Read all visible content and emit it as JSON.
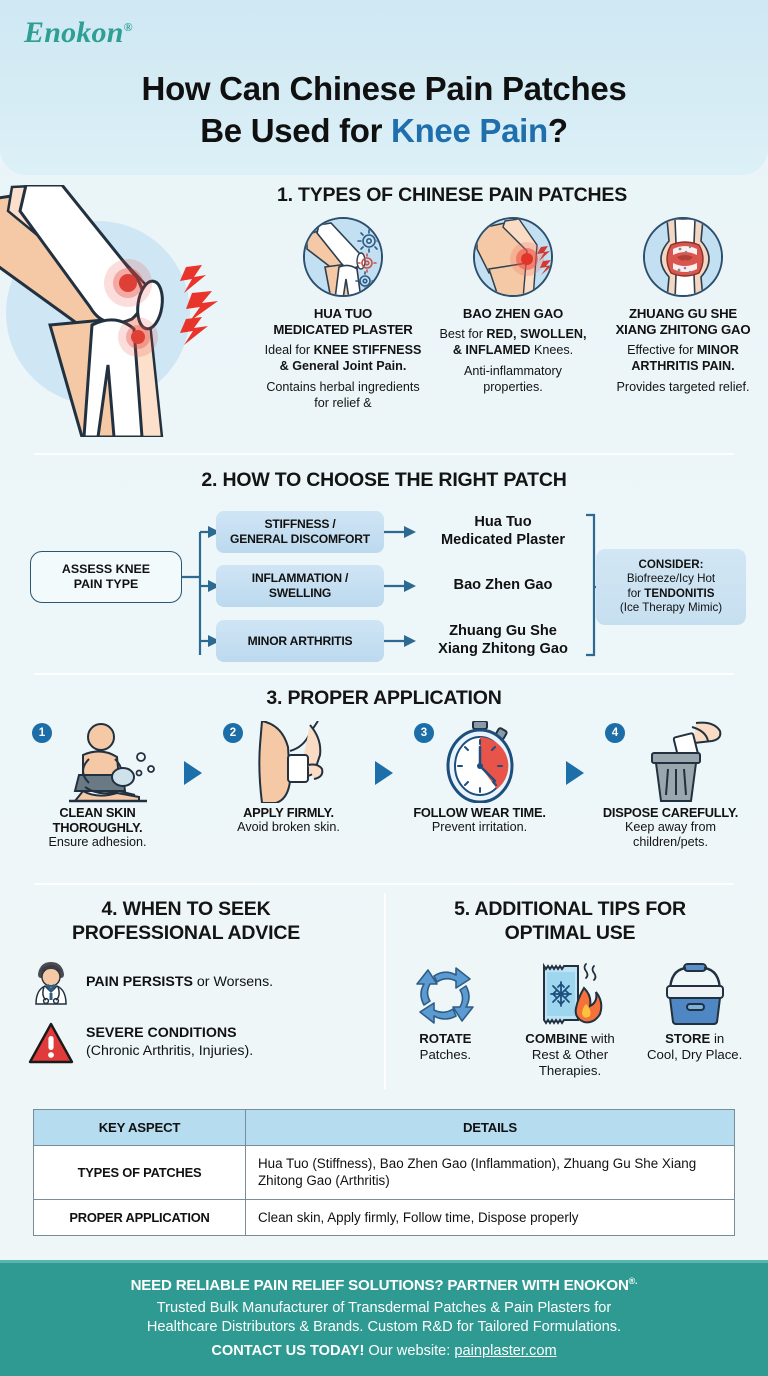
{
  "brand": {
    "name": "Enokon",
    "reg": "®",
    "color": "#2f9f95"
  },
  "header": {
    "title_line1": "How Can Chinese Pain Patches",
    "title_line2_pre": "Be Used for ",
    "title_line2_hl": "Knee Pain",
    "title_line2_post": "?",
    "highlight_color": "#1f6fad"
  },
  "section1": {
    "title": "1. TYPES OF CHINESE PAIN PATCHES",
    "hero_icon": "knee-joint-pain-illustration",
    "cards": [
      {
        "icon": "knee-bone-gears-icon",
        "name": "HUA TUO\nMEDICATED PLASTER",
        "name_l1": "HUA TUO",
        "name_l2": "MEDICATED PLASTER",
        "desc1_pre": "Ideal for ",
        "desc1_bold": "KNEE STIFFNESS",
        "desc1_post": " & General Joint Pain.",
        "desc2": "Contains herbal ingredients for relief &"
      },
      {
        "icon": "inflamed-knee-icon",
        "name_l1": "BAO ZHEN GAO",
        "name_l2": "",
        "desc1_pre": "Best for ",
        "desc1_bold": "RED, SWOLLEN, & INFLAMED",
        "desc1_post": " Knees.",
        "desc2": "Anti-inflammatory properties."
      },
      {
        "icon": "arthritic-joint-icon",
        "name_l1": "ZHUANG GU SHE",
        "name_l2": "XIANG ZHITONG GAO",
        "desc1_pre": "Effective for ",
        "desc1_bold": "MINOR ARTHRITIS PAIN.",
        "desc1_post": "",
        "desc2": "Provides targeted relief."
      }
    ]
  },
  "section2": {
    "title": "2. HOW TO CHOOSE THE RIGHT PATCH",
    "start": "ASSESS KNEE\nPAIN TYPE",
    "start_l1": "ASSESS KNEE",
    "start_l2": "PAIN TYPE",
    "branches": [
      {
        "condition_l1": "STIFFNESS /",
        "condition_l2": "GENERAL DISCOMFORT",
        "result_l1": "Hua Tuo",
        "result_l2": "Medicated Plaster"
      },
      {
        "condition_l1": "INFLAMMATION /",
        "condition_l2": "SWELLING",
        "result_l1": "Bao Zhen Gao",
        "result_l2": ""
      },
      {
        "condition_l1": "MINOR ARTHRITIS",
        "condition_l2": "",
        "result_l1": "Zhuang Gu She",
        "result_l2": "Xiang Zhitong Gao"
      }
    ],
    "consider": {
      "l1": "CONSIDER:",
      "l2": "Biofreeze/Icy Hot",
      "l3_pre": "for ",
      "l3_bold": "TENDONITIS",
      "l4": "(Ice Therapy Mimic)"
    }
  },
  "section3": {
    "title": "3. PROPER APPLICATION",
    "steps": [
      {
        "num": "1",
        "icon": "person-washing-knee-icon",
        "title_l1": "CLEAN SKIN",
        "title_l2": "THOROUGHLY.",
        "desc": "Ensure adhesion."
      },
      {
        "num": "2",
        "icon": "hand-applying-patch-icon",
        "title_l1": "APPLY FIRMLY.",
        "title_l2": "",
        "desc": "Avoid broken skin."
      },
      {
        "num": "3",
        "icon": "stopwatch-icon",
        "title_l1": "FOLLOW WEAR TIME.",
        "title_l2": "",
        "desc": "Prevent irritation."
      },
      {
        "num": "4",
        "icon": "trash-disposal-icon",
        "title_l1": "DISPOSE CAREFULLY.",
        "title_l2": "",
        "desc": "Keep away from children/pets."
      }
    ]
  },
  "section4": {
    "title_l1": "4. WHEN TO SEEK",
    "title_l2": "PROFESSIONAL ADVICE",
    "items": [
      {
        "icon": "doctor-icon",
        "bold": "PAIN PERSISTS",
        "rest": " or Worsens.",
        "line2": ""
      },
      {
        "icon": "warning-triangle-icon",
        "bold": "SEVERE CONDITIONS",
        "rest": "",
        "line2": "(Chronic Arthritis, Injuries)."
      }
    ]
  },
  "section5": {
    "title_l1": "5. ADDITIONAL TIPS FOR",
    "title_l2": "OPTIMAL USE",
    "tips": [
      {
        "icon": "rotate-arrows-icon",
        "bold": "ROTATE",
        "rest": "\nPatches.",
        "rest_l1": "",
        "rest_l2": "Patches."
      },
      {
        "icon": "ice-pack-flame-icon",
        "bold": "COMBINE",
        "rest_l1": " with",
        "rest_l2": "Rest & Other Therapies."
      },
      {
        "icon": "cooler-box-icon",
        "bold": "STORE",
        "rest_l1": " in",
        "rest_l2": "Cool, Dry Place."
      }
    ]
  },
  "table": {
    "headers": [
      "KEY ASPECT",
      "DETAILS"
    ],
    "rows": [
      {
        "key": "TYPES OF PATCHES",
        "details": "Hua Tuo (Stiffness), Bao Zhen Gao (Inflammation), Zhuang Gu She Xiang Zhitong Gao (Arthritis)"
      },
      {
        "key": "PROPER APPLICATION",
        "details": "Clean skin, Apply firmly, Follow time, Dispose properly"
      }
    ]
  },
  "footer": {
    "line1": "NEED RELIABLE PAIN RELIEF SOLUTIONS? PARTNER WITH ENOKON",
    "line1_reg": "®.",
    "line2_a": "Trusted Bulk Manufacturer of Transdermal Patches & Pain Plasters for",
    "line2_b": "Healthcare Distributors & Brands. Custom R&D for Tailored Formulations.",
    "line3_bold": "CONTACT US TODAY!",
    "line3_mid": " Our website: ",
    "line3_link": "painplaster.com",
    "bg_color": "#2f9a92"
  }
}
